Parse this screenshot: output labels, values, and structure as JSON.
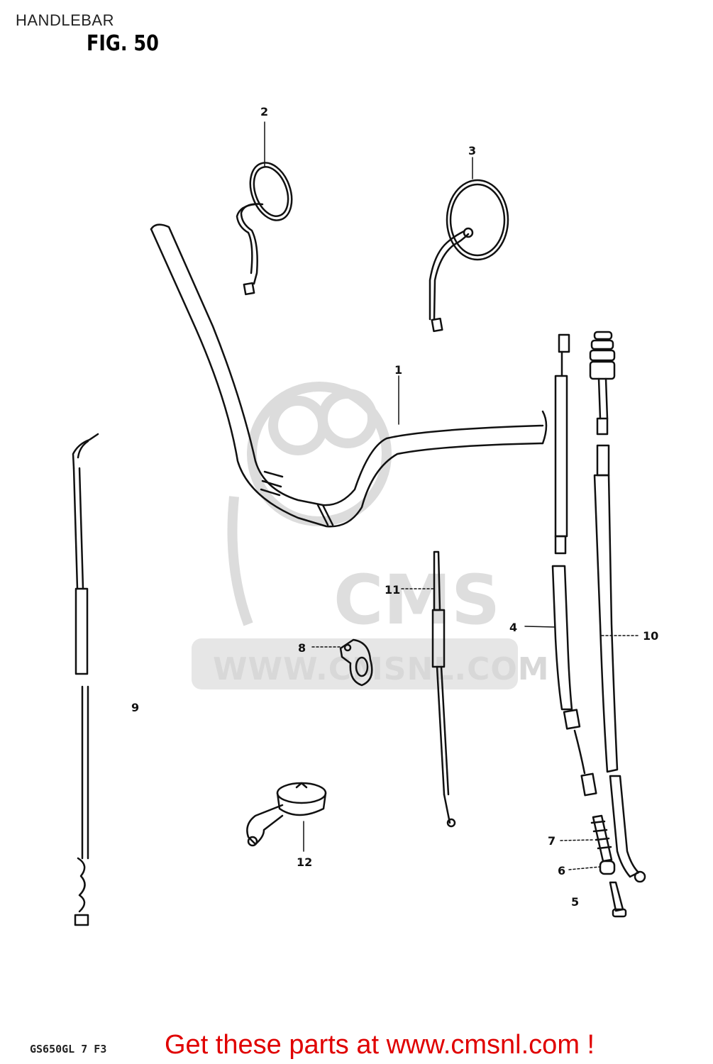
{
  "header": {
    "title": "HANDLEBAR",
    "figure": "FIG. 50"
  },
  "watermark": {
    "brand": "CMS",
    "url": "WWW.CMSNL.COM"
  },
  "callouts": {
    "c1": "1",
    "c2": "2",
    "c3": "3",
    "c4": "4",
    "c5": "5",
    "c6": "6",
    "c7": "7",
    "c8": "8",
    "c9": "9",
    "c10": "10",
    "c11": "11",
    "c12": "12"
  },
  "footer": {
    "model_code": "GS650GL 7 F3",
    "promo": "Get these parts at www.cmsnl.com !"
  },
  "colors": {
    "line": "#111111",
    "watermark": "#d9d9d9",
    "promo": "#e00000"
  }
}
